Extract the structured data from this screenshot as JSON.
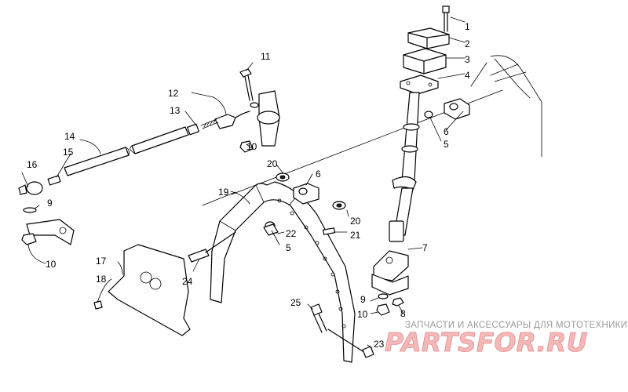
{
  "callouts": {
    "c1": "1",
    "c2": "2",
    "c3": "3",
    "c4": "4",
    "c5a": "5",
    "c5b": "5",
    "c6a": "6",
    "c6b": "6",
    "c7": "7",
    "c8": "8",
    "c9a": "9",
    "c9b": "9",
    "c10a": "10",
    "c10b": "10",
    "c10c": "10",
    "c11": "11",
    "c12": "12",
    "c13": "13",
    "c14": "14",
    "c15": "15",
    "c16": "16",
    "c17": "17",
    "c18": "18",
    "c19": "19",
    "c20a": "20",
    "c20b": "20",
    "c21": "21",
    "c22": "22",
    "c23": "23",
    "c24": "24",
    "c25": "25"
  },
  "watermark": {
    "subtitle": "ЗАПЧАСТИ И АКСЕССУАРЫ ДЛЯ МОТОТЕХНИКИ",
    "logo": "PARTSFOR.RU"
  },
  "colors": {
    "line": "#000000",
    "background": "#ffffff",
    "watermark_logo": "#f3b8b8",
    "watermark_text": "#9a9a9a"
  }
}
